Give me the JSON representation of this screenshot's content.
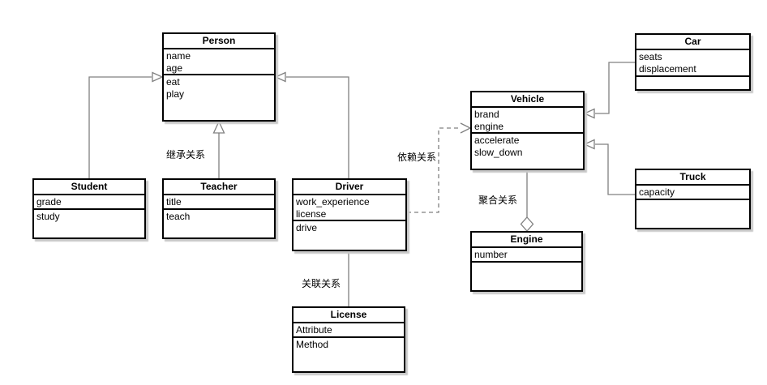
{
  "diagram": {
    "type": "uml-class-diagram",
    "classes": {
      "person": {
        "title": "Person",
        "attributes": [
          "name",
          "age"
        ],
        "methods": [
          "eat",
          "play"
        ]
      },
      "student": {
        "title": "Student",
        "attributes": [
          "grade"
        ],
        "methods": [
          "study"
        ]
      },
      "teacher": {
        "title": "Teacher",
        "attributes": [
          "title"
        ],
        "methods": [
          "teach"
        ]
      },
      "driver": {
        "title": "Driver",
        "attributes": [
          "work_experience",
          "license"
        ],
        "methods": [
          "drive"
        ]
      },
      "license": {
        "title": "License",
        "attributes": [
          "Attribute"
        ],
        "methods": [
          "Method"
        ]
      },
      "vehicle": {
        "title": "Vehicle",
        "attributes": [
          "brand",
          "engine"
        ],
        "methods": [
          "accelerate",
          "slow_down"
        ]
      },
      "engine": {
        "title": "Engine",
        "attributes": [
          "number"
        ],
        "methods": []
      },
      "car": {
        "title": "Car",
        "attributes": [
          "seats",
          "displacement"
        ],
        "methods": []
      },
      "truck": {
        "title": "Truck",
        "attributes": [
          "capacity"
        ],
        "methods": []
      }
    },
    "relationship_labels": {
      "inheritance": "继承关系",
      "dependency": "依赖关系",
      "association": "关联关系",
      "aggregation": "聚合关系"
    },
    "colors": {
      "line": "#808080",
      "border": "#000000",
      "background": "#ffffff",
      "shadow": "#c9c9c9"
    }
  }
}
